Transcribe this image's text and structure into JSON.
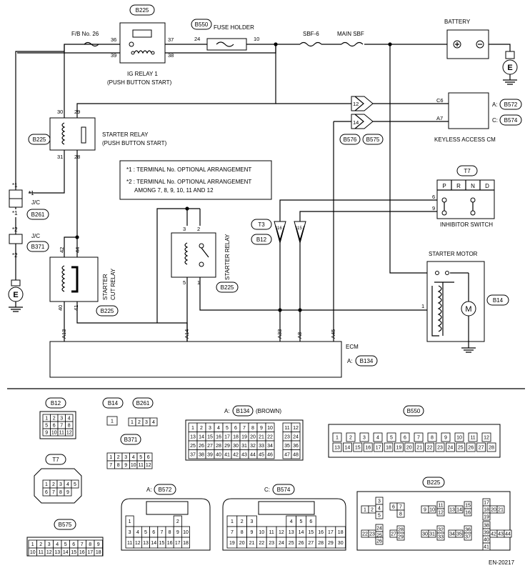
{
  "figure_id": "EN-20217",
  "components": {
    "ig_relay": {
      "tag": "B225",
      "label1": "IG RELAY 1",
      "label2": "(PUSH BUTTON START)",
      "pins": [
        "36",
        "37",
        "39",
        "38"
      ]
    },
    "fuse_holder": {
      "tag": "B550",
      "label": "FUSE HOLDER",
      "pins": [
        "24",
        "10"
      ]
    },
    "fb": {
      "label": "F/B No. 26"
    },
    "sbf6": {
      "label": "SBF-6"
    },
    "main_sbf": {
      "label": "MAIN SBF"
    },
    "battery": {
      "label": "BATTERY"
    },
    "starter_relay_pbs": {
      "tag": "B225",
      "label1": "STARTER RELAY",
      "label2": "(PUSH BUTTON START)",
      "pins": [
        "30",
        "29",
        "31",
        "28"
      ]
    },
    "keyless": {
      "label": "KEYLESS ACCESS CM",
      "tag_a": "B572",
      "tag_c": "B574",
      "prefix_a": "A:",
      "prefix_c": "C:",
      "pins": [
        "C6",
        "A7"
      ],
      "conn_pins": [
        "12",
        "14"
      ],
      "conn_tags": [
        "B576",
        "B575"
      ]
    },
    "note": {
      "l1": "*1 : TERMINAL No. OPTIONAL ARRANGEMENT",
      "l2": "*2 : TERMINAL No. OPTIONAL ARRANGEMENT",
      "l3": "AMONG 7, 8, 9, 10, 11 AND 12"
    },
    "inhibitor": {
      "tag": "T7",
      "label": "INHIBITOR SWITCH",
      "positions": [
        "P",
        "R",
        "N",
        "D"
      ],
      "pins": [
        "6",
        "9"
      ]
    },
    "jc1": {
      "label": "J/C",
      "tag": "B261",
      "mark": "*1"
    },
    "jc2": {
      "label": "J/C",
      "tag": "B371",
      "mark": "*2"
    },
    "t3": {
      "tag": "T3",
      "tag2": "B12",
      "pins": [
        "16",
        "15"
      ]
    },
    "starter_cut_relay": {
      "tag": "B225",
      "label1": "STARTER",
      "label2": "CUT RELAY",
      "pins": [
        "42",
        "44",
        "40",
        "41"
      ]
    },
    "starter_relay": {
      "tag": "B225",
      "label": "STARTER RELAY",
      "pins": [
        "3",
        "2",
        "5",
        "1"
      ]
    },
    "starter_motor": {
      "label": "STARTER MOTOR",
      "tag": "B14",
      "motor": "M",
      "pin": "1"
    },
    "ecm": {
      "label": "ECM",
      "tag": "B134",
      "prefix": "A:",
      "pins": [
        "A13",
        "A14",
        "A33",
        "A8",
        "A45"
      ]
    },
    "ground": "E"
  },
  "connectors": {
    "b12": {
      "tag": "B12",
      "rows": [
        [
          "1",
          "2",
          "3",
          "4"
        ],
        [
          "5",
          "6",
          "7",
          "8"
        ],
        [
          "9",
          "10",
          "11",
          "12"
        ]
      ]
    },
    "b14": {
      "tag": "B14",
      "rows": [
        [
          "1"
        ]
      ]
    },
    "b261": {
      "tag": "B261",
      "rows": [
        [
          "1",
          "2",
          "3",
          "4"
        ]
      ]
    },
    "b371": {
      "tag": "B371",
      "rows": [
        [
          "1",
          "2",
          "3",
          "4",
          "5",
          "6"
        ],
        [
          "7",
          "8",
          "9",
          "10",
          "11",
          "12"
        ]
      ]
    },
    "b134": {
      "tag": "B134",
      "prefix": "A:",
      "suffix": "(BROWN)",
      "rows": [
        [
          "1",
          "2",
          "3",
          "4",
          "5",
          "6",
          "7",
          "8",
          "9",
          "10",
          "",
          "11",
          "12"
        ],
        [
          "13",
          "14",
          "15",
          "16",
          "17",
          "18",
          "19",
          "20",
          "21",
          "22",
          "",
          "23",
          "24"
        ],
        [
          "25",
          "26",
          "27",
          "28",
          "29",
          "30",
          "31",
          "32",
          "33",
          "34",
          "",
          "35",
          "36"
        ],
        [
          "37",
          "38",
          "39",
          "40",
          "41",
          "42",
          "43",
          "44",
          "45",
          "46",
          "",
          "47",
          "48"
        ]
      ]
    },
    "b550": {
      "tag": "B550",
      "row1": [
        "1",
        "2",
        "3",
        "4",
        "5",
        "6",
        "7",
        "8",
        "9",
        "10",
        "11",
        "12"
      ],
      "row2": [
        "13",
        "14",
        "15",
        "16",
        "17",
        "18",
        "19",
        "20",
        "21",
        "22",
        "23",
        "24",
        "25",
        "26",
        "27",
        "28"
      ]
    },
    "t7": {
      "tag": "T7",
      "rows": [
        [
          "1",
          "2",
          "3",
          "4",
          "5"
        ],
        [
          "6",
          "7",
          "8",
          "9"
        ]
      ]
    },
    "b572": {
      "tag": "B572",
      "prefix": "A:",
      "rows": [
        [
          "1",
          "",
          "",
          "",
          "",
          "",
          "2"
        ],
        [
          "3",
          "4",
          "5",
          "6",
          "7",
          "8",
          "9",
          "10"
        ],
        [
          "11",
          "12",
          "13",
          "14",
          "15",
          "16",
          "17",
          "18"
        ]
      ]
    },
    "b574": {
      "tag": "B574",
      "prefix": "C:",
      "rows": [
        [
          "1",
          "2",
          "3",
          "",
          "",
          "",
          "4",
          "5",
          "6"
        ],
        [
          "7",
          "8",
          "9",
          "10",
          "11",
          "12",
          "13",
          "14",
          "15",
          "16",
          "17",
          "18"
        ],
        [
          "19",
          "20",
          "21",
          "22",
          "23",
          "24",
          "25",
          "26",
          "27",
          "28",
          "29",
          "30"
        ]
      ]
    },
    "b575": {
      "tag": "B575",
      "rows": [
        [
          "1",
          "2",
          "3",
          "4",
          "5",
          "6",
          "7",
          "8",
          "9"
        ],
        [
          "10",
          "11",
          "12",
          "13",
          "14",
          "15",
          "16",
          "17",
          "18"
        ]
      ]
    },
    "b225": {
      "tag": "B225",
      "pins": [
        "1",
        "2",
        "3",
        "4",
        "5",
        "6",
        "7",
        "8",
        "9",
        "10",
        "11",
        "12",
        "13",
        "14",
        "15",
        "16",
        "17",
        "18",
        "19",
        "20",
        "21",
        "22",
        "23",
        "24",
        "25",
        "26",
        "27",
        "28",
        "29",
        "30",
        "31",
        "32",
        "33",
        "34",
        "35",
        "36",
        "37",
        "38",
        "39",
        "40",
        "41",
        "42",
        "43",
        "44"
      ]
    }
  }
}
